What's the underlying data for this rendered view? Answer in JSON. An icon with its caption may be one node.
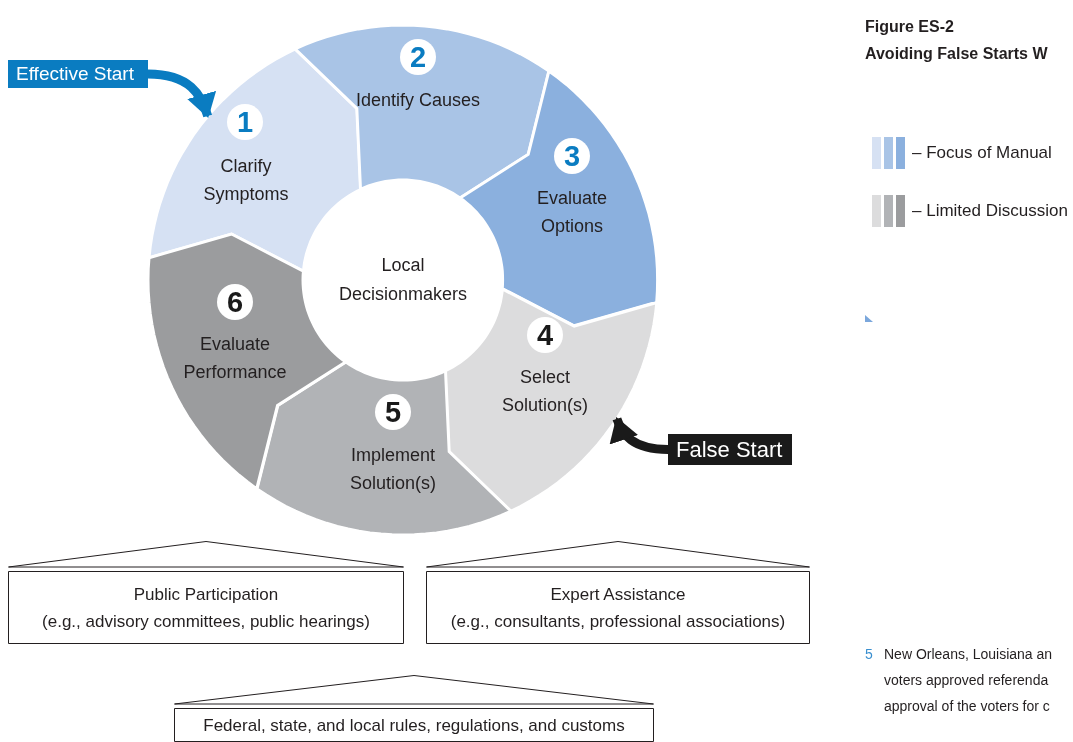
{
  "diagram": {
    "title": "Avoiding False Starts W",
    "nodes": [
      {
        "text": [
          "Effective Start"
        ]
      },
      {
        "text": [
          "1",
          "Clarify Symptoms"
        ]
      },
      {
        "text": [
          "2",
          "Identify Causes"
        ]
      },
      {
        "text": [
          "3",
          "Evaluate Options"
        ]
      },
      {
        "text": [
          "4",
          "Select Solution(s)"
        ]
      },
      {
        "text": [
          "5",
          "Implement Solution(s)"
        ]
      },
      {
        "text": [
          "6",
          "Evaluate Performance"
        ]
      },
      {
        "text": [
          "Local Decisionmakers"
        ]
      },
      {
        "text": [
          "False Start"
        ]
      },
      {
        "text": [
          "Public Participation",
          "(e.g., advisory committees, public hearings)"
        ]
      },
      {
        "text": [
          "Expert Assistance",
          "(e.g., consultants, professional associations)"
        ]
      },
      {
        "text": [
          "Federal, state, and local rules, regulations, and customs"
        ]
      }
    ],
    "edges": [
      {
        "from": 0,
        "to": 1,
        "arrow": "to",
        "color": "#0a7cc1"
      },
      {
        "from": 8,
        "to": 4,
        "arrow": "to",
        "color": "#1a1a1a"
      }
    ],
    "labels": [
      "Figure ES-2",
      "5",
      "New Orleans, Louisiana an",
      "voters approved referenda",
      "approval of the voters for c"
    ],
    "legend": [
      {
        "text": "– Focus of Manual"
      },
      {
        "text": "– Limited Discussion"
      }
    ]
  }
}
